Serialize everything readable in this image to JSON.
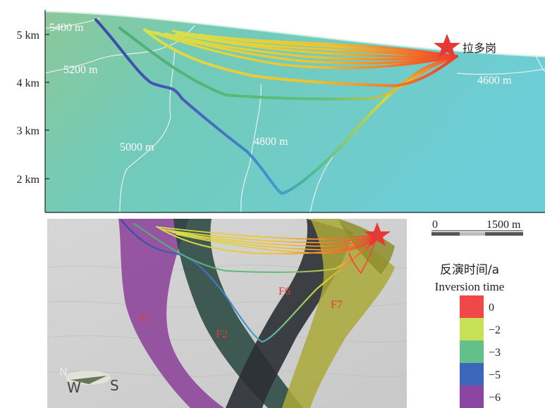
{
  "top_panel": {
    "y_ticks": [
      "5 km",
      "4 km",
      "3 km",
      "2 km"
    ],
    "contour_labels": [
      "5400 m",
      "5200 m",
      "5000 m",
      "4800 m",
      "4600 m"
    ],
    "site_label": "拉多岗"
  },
  "scale_bar": {
    "left_label": "0",
    "right_label": "1500 m"
  },
  "bottom_panel": {
    "fault_labels": [
      "F1",
      "F2",
      "F6",
      "F7"
    ],
    "compass": {
      "west": "W",
      "south": "S",
      "north": "N"
    }
  },
  "legend": {
    "title_cn": "反演时间/a",
    "title_en": "Inversion time",
    "items": [
      {
        "label": "0",
        "color": "#f04848"
      },
      {
        "label": "−2",
        "color": "#c8e055"
      },
      {
        "label": "−3",
        "color": "#63c08a"
      },
      {
        "label": "−5",
        "color": "#3e66b8"
      },
      {
        "label": "−6",
        "color": "#8b46a2"
      }
    ]
  },
  "colors": {
    "terrain_green": "#7ec6a0",
    "terrain_teal": "#6ccfd6",
    "star": "#e53935",
    "fault_purple": "#8a3e96",
    "fault_dark": "#2b2f33",
    "fault_olive": "#a9a93a",
    "fault_label": "#e53935"
  }
}
